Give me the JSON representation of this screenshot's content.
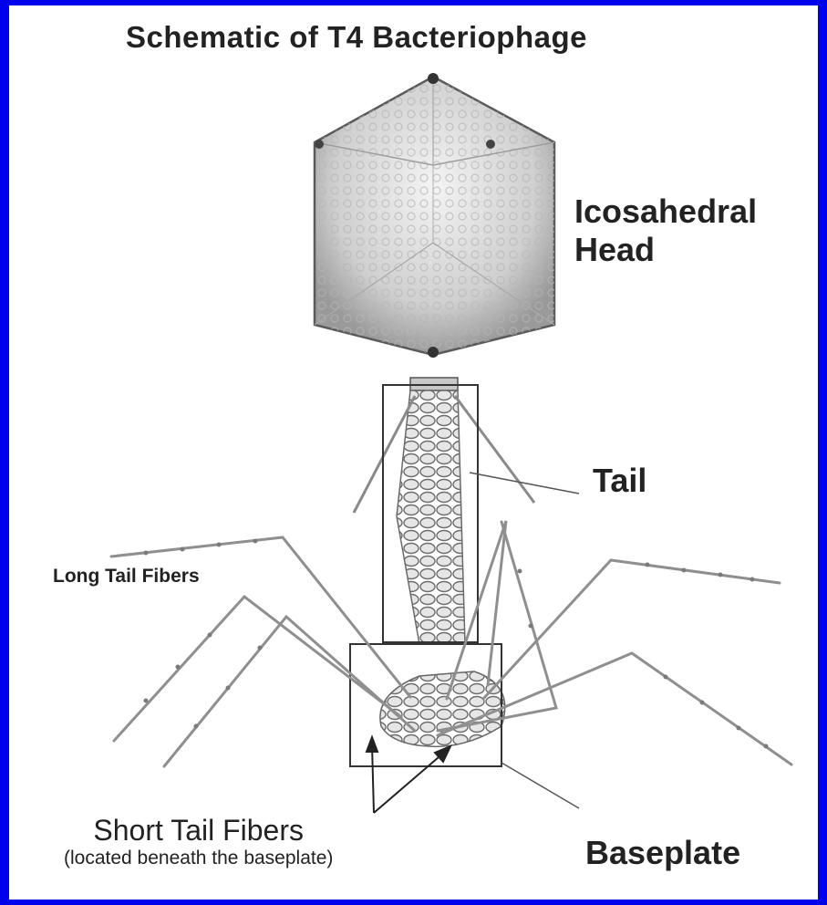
{
  "title": "Schematic of T4 Bacteriophage",
  "labels": {
    "head_line1": "Icosahedral",
    "head_line2": "Head",
    "tail": "Tail",
    "long_fibers": "Long Tail Fibers",
    "short_fibers": "Short Tail Fibers",
    "short_fibers_note": "(located beneath the baseplate)",
    "baseplate": "Baseplate"
  },
  "colors": {
    "border": "#0000ee",
    "background": "#ffffff",
    "text": "#222222",
    "illustration": "#9a9a9a"
  }
}
